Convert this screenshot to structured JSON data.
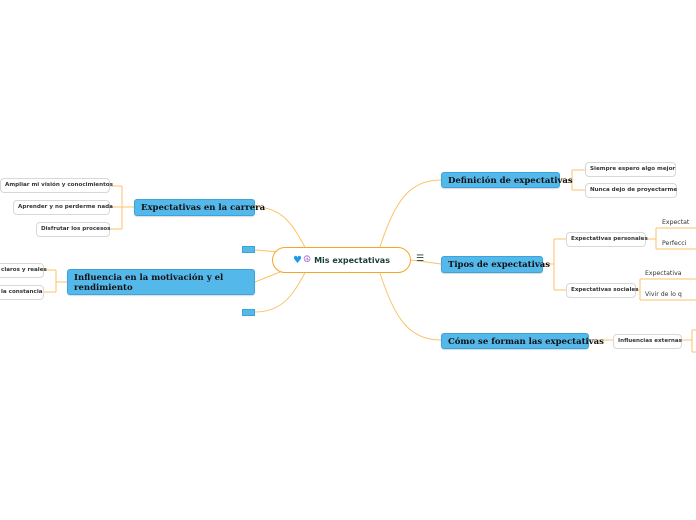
{
  "center": {
    "label": "Mis expectativas",
    "icons": [
      "blue-heart-icon",
      "peace-icon"
    ],
    "menu_icon": "hamburger-menu-icon"
  },
  "colors": {
    "topic": "#55b8ea",
    "connector": "#fbc36a",
    "center_border": "#f7a623"
  },
  "left": {
    "carrera": {
      "label": "Expectativas en la carrera",
      "children": [
        "Ampliar mi visión y conocimientos",
        "Aprender y no perderme nada",
        "Disfrutar los procesos"
      ]
    },
    "influencia": {
      "label": "Influencia en la motivación y el rendimiento",
      "children": [
        "claros y reales",
        "la constancia"
      ]
    }
  },
  "right": {
    "definicion": {
      "label": "Definición de expectativas",
      "children": [
        "Siempre espero  algo mejor",
        "Nunca dejo de proyectarme"
      ]
    },
    "tipos": {
      "label": "Tipos de expectativas",
      "personales": {
        "label": "Expectativas personales",
        "children": [
          "Expectat",
          "Perfecci"
        ]
      },
      "sociales": {
        "label": "Expectativas sociales",
        "children": [
          "Expectativa",
          "Vivir de lo q"
        ]
      }
    },
    "forman": {
      "label": "Cómo se forman las expectativas",
      "children": [
        "Influencias externas"
      ]
    }
  }
}
